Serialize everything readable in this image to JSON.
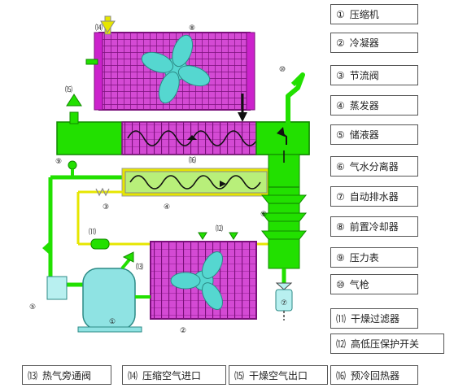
{
  "legend": [
    {
      "num": "①",
      "label": "压缩机"
    },
    {
      "num": "②",
      "label": "冷凝器"
    },
    {
      "num": "③",
      "label": "节流阀"
    },
    {
      "num": "④",
      "label": "蒸发器"
    },
    {
      "num": "⑤",
      "label": "储液器"
    },
    {
      "num": "⑥",
      "label": "气水分离器"
    },
    {
      "num": "⑦",
      "label": "自动排水器"
    },
    {
      "num": "⑧",
      "label": "前置冷却器"
    },
    {
      "num": "⑨",
      "label": "压力表"
    },
    {
      "num": "⑩",
      "label": "气枪"
    },
    {
      "num": "⑾",
      "label": "干燥过滤器"
    },
    {
      "num": "⑿",
      "label": "高低压保护开关"
    },
    {
      "num": "⒀",
      "label": "热气旁通阀"
    },
    {
      "num": "⒁",
      "label": "压缩空气进口"
    },
    {
      "num": "⒂",
      "label": "干燥空气出口"
    },
    {
      "num": "⒃",
      "label": "预冷回热器"
    }
  ],
  "diagram_labels": {
    "n1": "①",
    "n2": "②",
    "n3": "③",
    "n4": "④",
    "n5": "⑤",
    "n6": "⑥",
    "n7": "⑦",
    "n8": "⑧",
    "n9": "⑨",
    "n10": "⑩",
    "n11": "⑾",
    "n12": "⑿",
    "n13": "⒀",
    "n14": "⒁",
    "n15": "⒂",
    "n16": "⒃"
  },
  "colors": {
    "pipe_green": "#22e000",
    "heat_exchanger_magenta": "#cc22cc",
    "fan_cyan": "#55d7d0",
    "compressor_cyan": "#8fe3e3",
    "gas_line_yellow": "#e6e600",
    "flow_arrow": "#000000"
  }
}
